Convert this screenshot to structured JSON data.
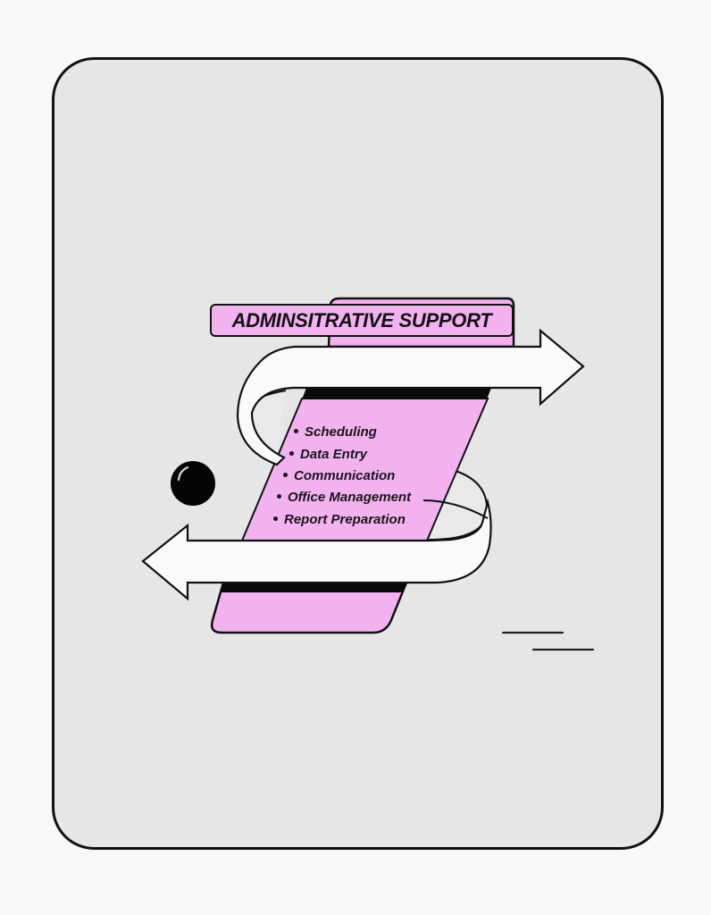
{
  "card": {
    "background": "#e6e6e6",
    "border": "#111111",
    "page_background": "#f8f8f8"
  },
  "diagram": {
    "title": "ADMINSITRATIVE SUPPORT",
    "accent_color": "#f2b2f0",
    "arrow_fill": "#fafafa",
    "items": [
      {
        "label": "Scheduling"
      },
      {
        "label": "Data Entry"
      },
      {
        "label": "Communication"
      },
      {
        "label": "Office Management"
      },
      {
        "label": "Report Preparation"
      }
    ],
    "arrows": [
      {
        "direction": "right",
        "icon": "arrow-right-icon"
      },
      {
        "direction": "left",
        "icon": "arrow-left-icon"
      }
    ],
    "decorations": [
      {
        "icon": "black-ball-icon"
      },
      {
        "icon": "motion-lines-icon"
      }
    ]
  }
}
